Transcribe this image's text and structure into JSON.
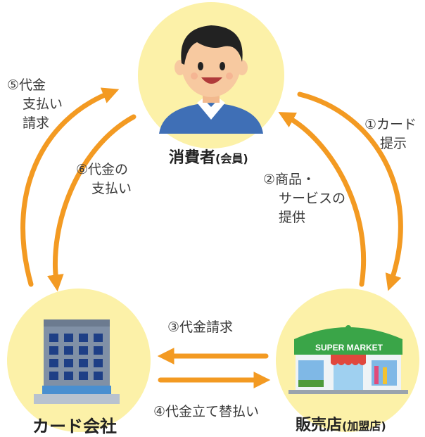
{
  "colors": {
    "arrow": "#f39a22",
    "circle": "#fcf1a8",
    "skin": "#f7c9a0",
    "hair": "#222222",
    "shirt": "#3f6fb6",
    "building": "#7f8fa5",
    "store_green": "#3aa548",
    "store_awning": "#e0473d"
  },
  "nodes": {
    "consumer": {
      "name": "消費者",
      "sub": "(会員)",
      "icon": "person-icon"
    },
    "card_company": {
      "name": "カード会社",
      "icon": "office-building-icon"
    },
    "store": {
      "name": "販売店",
      "sub": "(加盟店)",
      "icon": "supermarket-icon",
      "sign": "SUPER MARKET"
    }
  },
  "flows": {
    "f1": [
      "①カード",
      "提示"
    ],
    "f2": [
      "②商品・",
      "サービスの",
      "提供"
    ],
    "f3": "③代金請求",
    "f4": "④代金立て替払い",
    "f5": [
      "⑤代金",
      "支払い",
      "請求"
    ],
    "f6": [
      "⑥代金の",
      "支払い"
    ]
  }
}
